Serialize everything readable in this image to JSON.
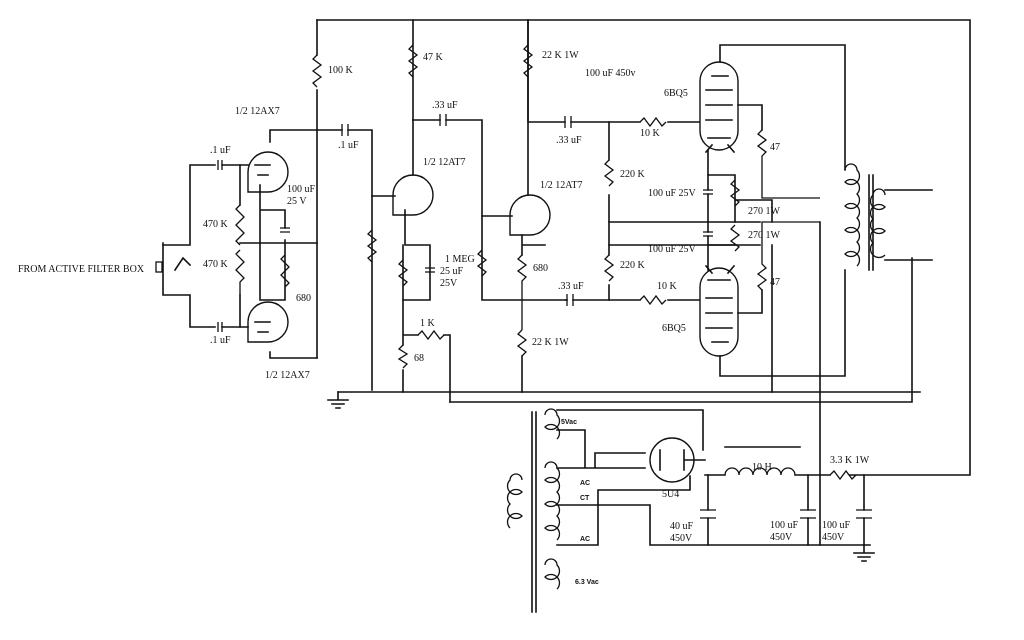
{
  "labels": {
    "input": "FROM ACTIVE FILTER BOX",
    "v1a": "1/2 12AX7",
    "v1b": "1/2 12AX7",
    "v2": "1/2 12AT7",
    "v3": "1/2 12AT7",
    "v4": "6BQ5",
    "v5": "6BQ5",
    "v6": "5U4",
    "c_in_top": ".1 uF",
    "c_in_bot": ".1 uF",
    "c_coupling1": ".1 uF",
    "c_coupling2": ".33 uF",
    "c_out_top": ".33 uF",
    "c_out_bot": ".33 uF",
    "r_grid_top": "470 K",
    "r_grid_bot": "470 K",
    "c_cathode1": "100 uF",
    "c_cathode1_v": "25 V",
    "r_cathode1": "680",
    "r_plate1": "100 K",
    "r_plate2": "47 K",
    "r_plate3": "22 K 1W",
    "c_filter_top": "100 uF 450v",
    "c_cathode2": "25 uF",
    "c_cathode2_v": "25V",
    "r_fb_series": "1 K",
    "r_fb_shunt": "68",
    "r_grid3": "1 MEG",
    "r_cathode3": "680",
    "r_cathode_pi": "22 K 1W",
    "r_gs_top": "10 K",
    "r_gs_bot": "10 K",
    "r_gl_top": "220 K",
    "r_gl_bot": "220 K",
    "c_bias_top": "100 uF 25V",
    "c_bias_bot": "100 uF 25V",
    "r_bias_top": "270 1W",
    "r_bias_bot": "270 1W",
    "r_screen_top": "47",
    "r_screen_bot": "47",
    "ps_5vac": "5Vac",
    "ps_ac1": "AC",
    "ps_ct": "CT",
    "ps_ac2": "AC",
    "ps_63vac": "6.3 Vac",
    "choke": "10 H",
    "r_ps": "3.3 K 1W",
    "c_ps1": "40 uF",
    "c_ps1_v": "450V",
    "c_ps2": "100 uF",
    "c_ps2_v": "450V",
    "c_ps3": "100 uF",
    "c_ps3_v": "450V"
  }
}
